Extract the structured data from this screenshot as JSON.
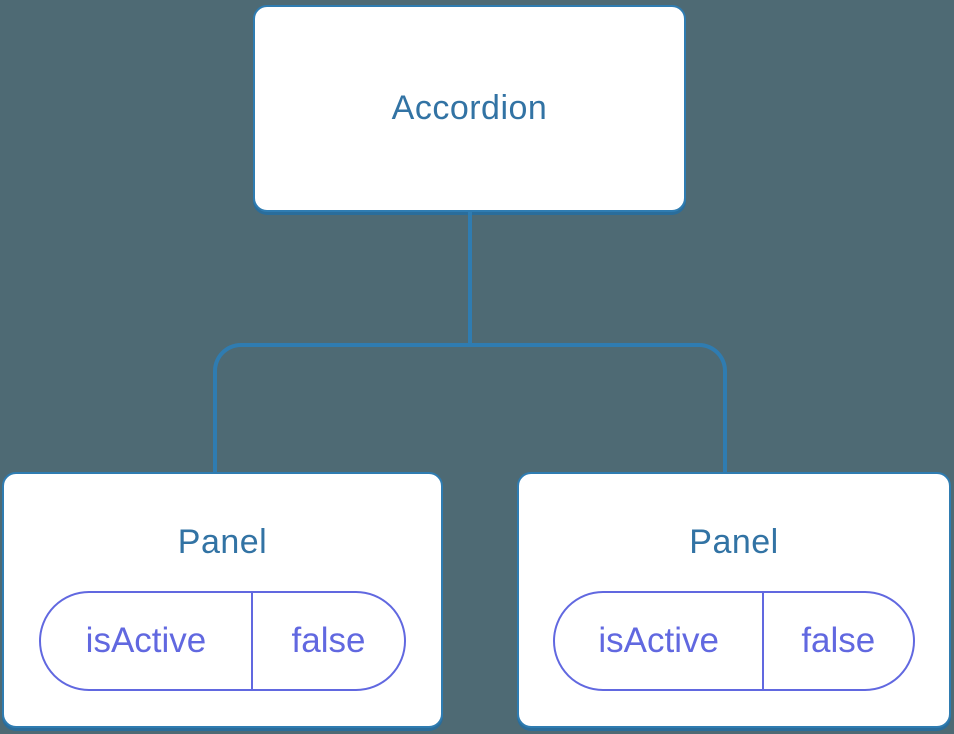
{
  "diagram": {
    "type": "component-tree",
    "root": {
      "label": "Accordion"
    },
    "children": [
      {
        "label": "Panel",
        "state": {
          "key": "isActive",
          "value": "false"
        }
      },
      {
        "label": "Panel",
        "state": {
          "key": "isActive",
          "value": "false"
        }
      }
    ]
  },
  "colors": {
    "background": "#4e6a74",
    "connector": "#2f7cb1",
    "node_border": "#2f7cb1",
    "node_shadow": "#2a6d9b",
    "title_text": "#3273a4",
    "state_accent": "#6168e0"
  }
}
